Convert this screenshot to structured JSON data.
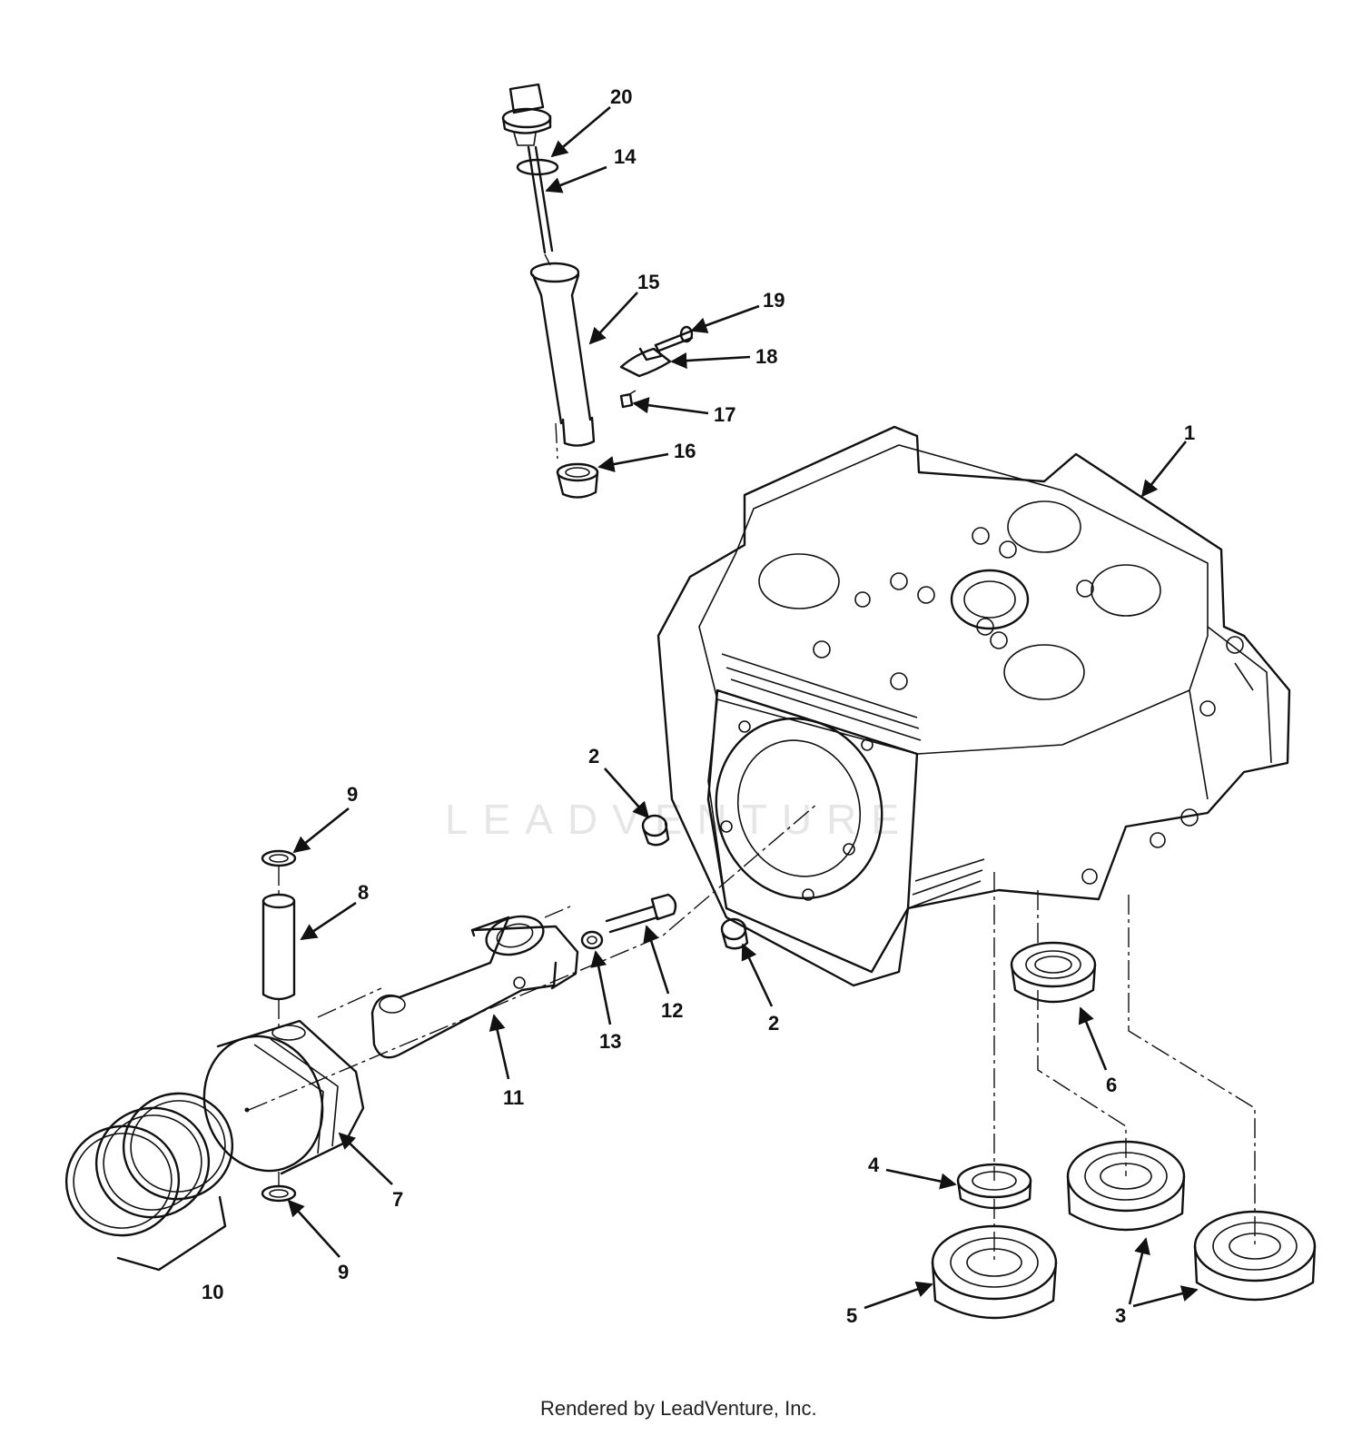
{
  "watermark": "LEADVENTURE",
  "footer": "Rendered by LeadVenture, Inc.",
  "callouts": [
    {
      "id": "c20",
      "label": "20"
    },
    {
      "id": "c14",
      "label": "14"
    },
    {
      "id": "c15",
      "label": "15"
    },
    {
      "id": "c19",
      "label": "19"
    },
    {
      "id": "c18",
      "label": "18"
    },
    {
      "id": "c17",
      "label": "17"
    },
    {
      "id": "c16",
      "label": "16"
    },
    {
      "id": "c1",
      "label": "1"
    },
    {
      "id": "c2a",
      "label": "2"
    },
    {
      "id": "c2b",
      "label": "2"
    },
    {
      "id": "c9a",
      "label": "9"
    },
    {
      "id": "c8",
      "label": "8"
    },
    {
      "id": "c13",
      "label": "13"
    },
    {
      "id": "c12",
      "label": "12"
    },
    {
      "id": "c11",
      "label": "11"
    },
    {
      "id": "c6",
      "label": "6"
    },
    {
      "id": "c7",
      "label": "7"
    },
    {
      "id": "c9b",
      "label": "9"
    },
    {
      "id": "c10",
      "label": "10"
    },
    {
      "id": "c4",
      "label": "4"
    },
    {
      "id": "c5",
      "label": "5"
    },
    {
      "id": "c3",
      "label": "3"
    }
  ]
}
